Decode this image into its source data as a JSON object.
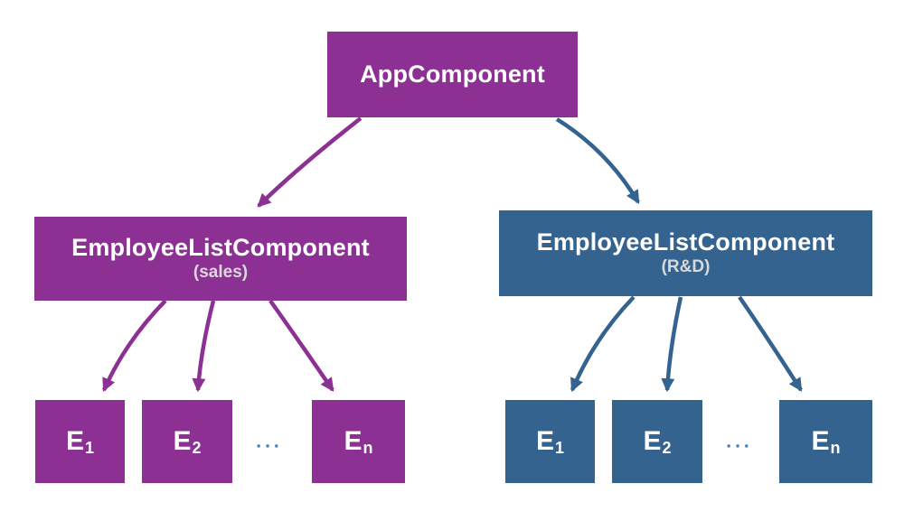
{
  "colors": {
    "purple": "#8C3193",
    "blue": "#34638F",
    "subtitle": "#D9D9D9",
    "dots": "#4679B2",
    "background": "#FFFFFF"
  },
  "root": {
    "label": "AppComponent"
  },
  "branches": [
    {
      "label": "EmployeeListComponent",
      "sublabel": "(sales)",
      "ellipsis": "...",
      "children": [
        {
          "base": "E",
          "sub": "1"
        },
        {
          "base": "E",
          "sub": "2"
        },
        {
          "base": "E",
          "sub": "n"
        }
      ]
    },
    {
      "label": "EmployeeListComponent",
      "sublabel": "(R&D)",
      "ellipsis": "...",
      "children": [
        {
          "base": "E",
          "sub": "1"
        },
        {
          "base": "E",
          "sub": "2"
        },
        {
          "base": "E",
          "sub": "n"
        }
      ]
    }
  ]
}
